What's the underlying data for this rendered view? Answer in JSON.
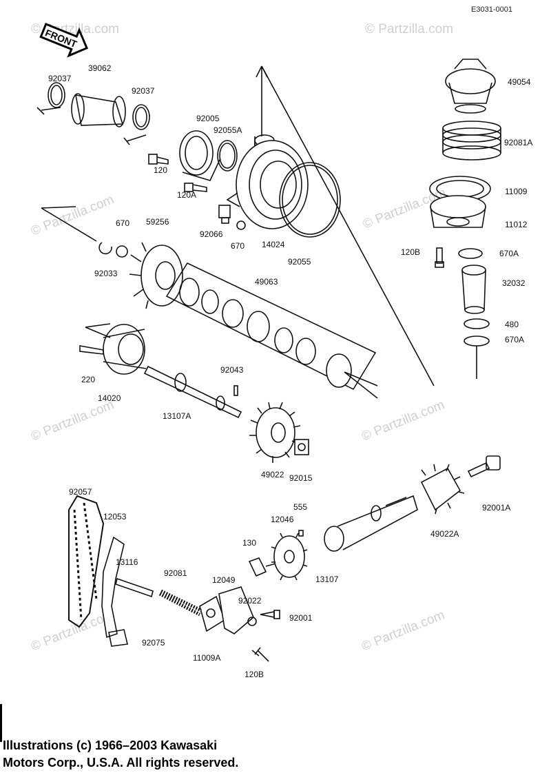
{
  "diagram_code": "E3031-0001",
  "front_label": "FRONT",
  "watermark": "© Partzilla.com",
  "copyright": {
    "line1": "Illustrations (c) 1966–2003 Kawasaki",
    "line2": "Motors Corp., U.S.A.  All rights reserved."
  },
  "part_labels": [
    "92037",
    "39062",
    "92037",
    "92005",
    "92055A",
    "120",
    "120A",
    "670",
    "59256",
    "92066",
    "670",
    "14024",
    "92055",
    "92033",
    "49063",
    "220",
    "14020",
    "92043",
    "13107A",
    "49022",
    "92015",
    "49054",
    "92081A",
    "11009",
    "11012",
    "120B",
    "670A",
    "32032",
    "480",
    "670A",
    "92057",
    "12053",
    "13116",
    "92081",
    "12049",
    "92022",
    "92001",
    "11009A",
    "120B",
    "92075",
    "130",
    "555",
    "12046",
    "13107",
    "49022A",
    "92001A"
  ]
}
